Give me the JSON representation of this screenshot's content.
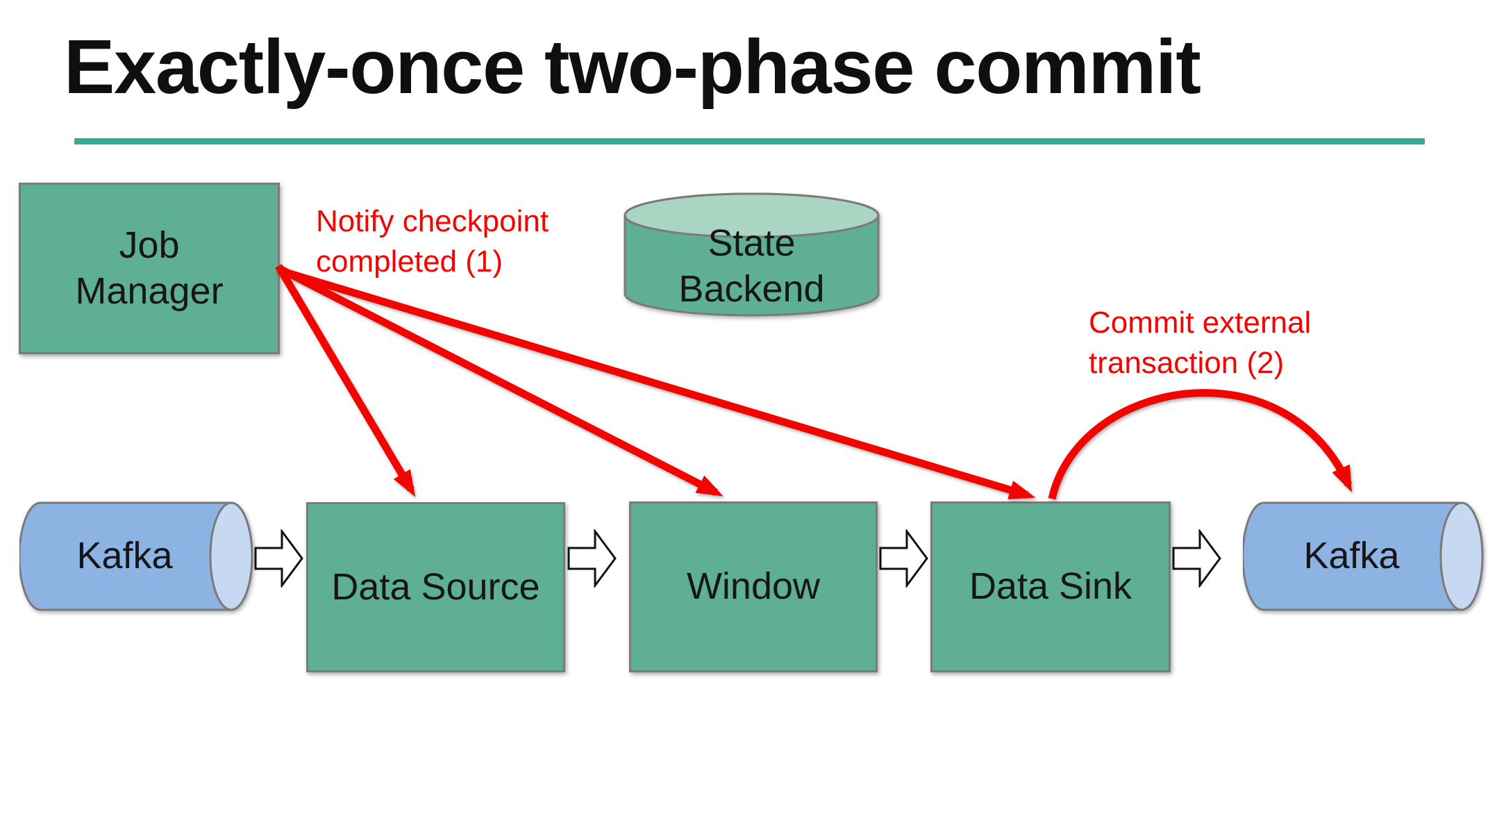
{
  "slide": {
    "title": "Exactly-once two-phase commit"
  },
  "colors": {
    "accent": "#33AB96",
    "red": "#F20400",
    "green_fill": "#5FAF94",
    "green_light": "#A9D5C2",
    "blue_fill": "#8DB3E2",
    "blue_light": "#C7D9F2",
    "border_gray": "#7A7A7A",
    "text_dark": "#161616"
  },
  "nodes": {
    "job_manager": {
      "label": "Job\nManager"
    },
    "state_backend": {
      "label": "State\nBackend"
    },
    "kafka_left": {
      "label": "Kafka"
    },
    "data_source": {
      "label": "Data Source"
    },
    "window": {
      "label": "Window"
    },
    "data_sink": {
      "label": "Data Sink"
    },
    "kafka_right": {
      "label": "Kafka"
    }
  },
  "annotations": {
    "notify_checkpoint": "Notify checkpoint\ncompleted (1)",
    "commit_transaction": "Commit external\ntransaction (2)"
  }
}
